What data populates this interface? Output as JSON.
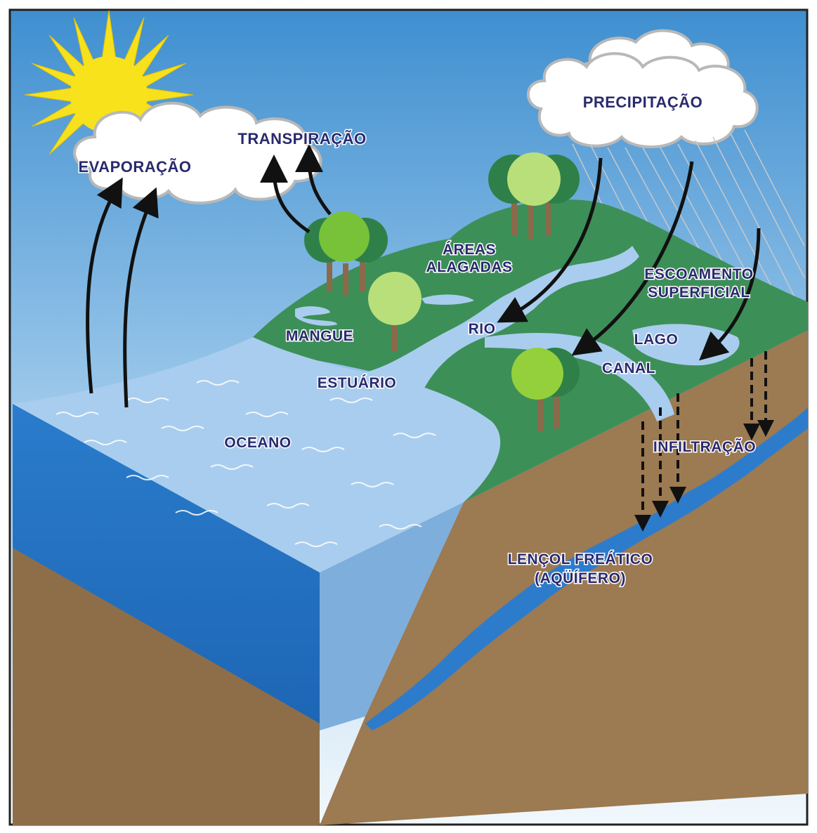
{
  "labels": {
    "evaporacao": "EVAPORAÇÃO",
    "transpiracao": "TRANSPIRAÇÃO",
    "precipitacao": "PRECIPITAÇÃO",
    "areas_line1": "ÁREAS",
    "areas_line2": "ALAGADAS",
    "escoamento_line1": "ESCOAMENTO",
    "escoamento_line2": "SUPERFICIAL",
    "mangue": "MANGUE",
    "rio": "RIO",
    "lago": "LAGO",
    "canal": "CANAL",
    "estuario": "ESTUÁRIO",
    "oceano": "OCEANO",
    "infiltracao": "INFILTRAÇÃO",
    "lencol_line1": "LENÇOL FREÁTICO",
    "lencol_line2": "(AQÜÍFERO)"
  },
  "colors": {
    "sky_top": "#3f8fd0",
    "sky_bottom": "#f2f8fc",
    "ocean_surface": "#a9cdee",
    "ocean_front": "#1f6fc0",
    "land_green": "#3d8f58",
    "soil": "#9c7a52",
    "aquifer": "#2d7ccc",
    "label_text": "#2a2a6e",
    "sun": "#f7e11e"
  }
}
